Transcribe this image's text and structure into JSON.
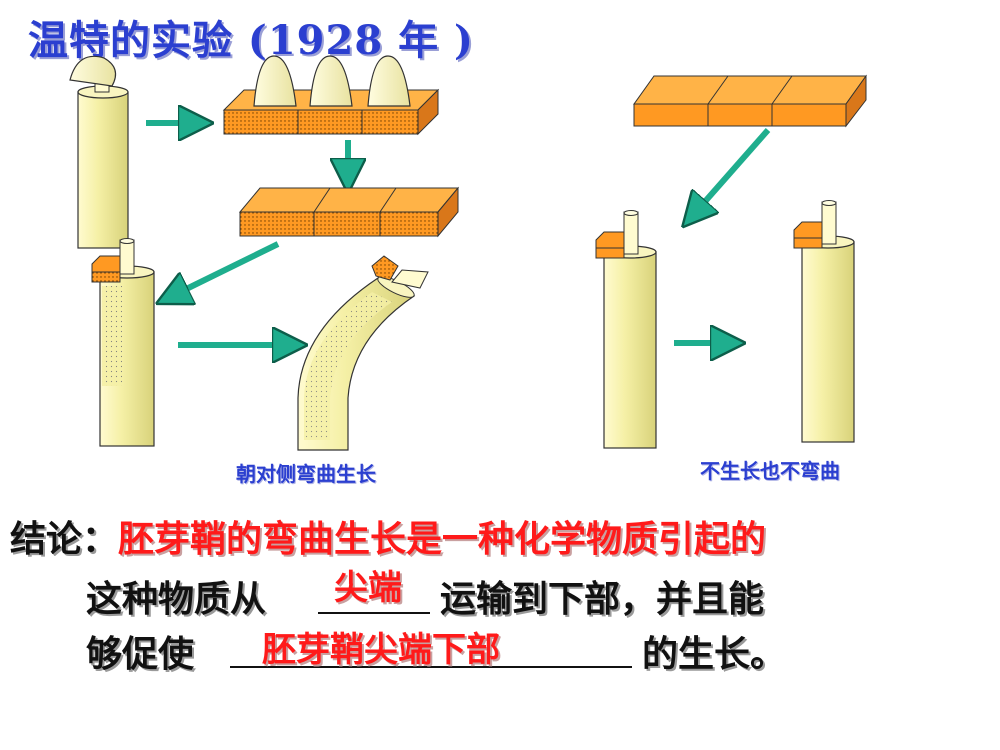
{
  "title": "温特的实验 (1928 年 )",
  "captions": {
    "left": "朝对侧弯曲生长",
    "right": "不生长也不弯曲"
  },
  "conclusion": {
    "label": "结论：",
    "statement": "胚芽鞘的弯曲生长是一种化学物质引起的",
    "line2_before": "这种物质从",
    "blank1": "尖端",
    "line2_after": "运输到下部，并且能",
    "line3_before": "够促使",
    "blank2": "胚芽鞘尖端下部",
    "line3_after": "的生长。"
  },
  "colors": {
    "title": "#2b3fd0",
    "answer": "#ff1a1a",
    "coleoptile": "#f5f0a6",
    "agar": "#ff9922",
    "arrow": "#1fae8e"
  }
}
